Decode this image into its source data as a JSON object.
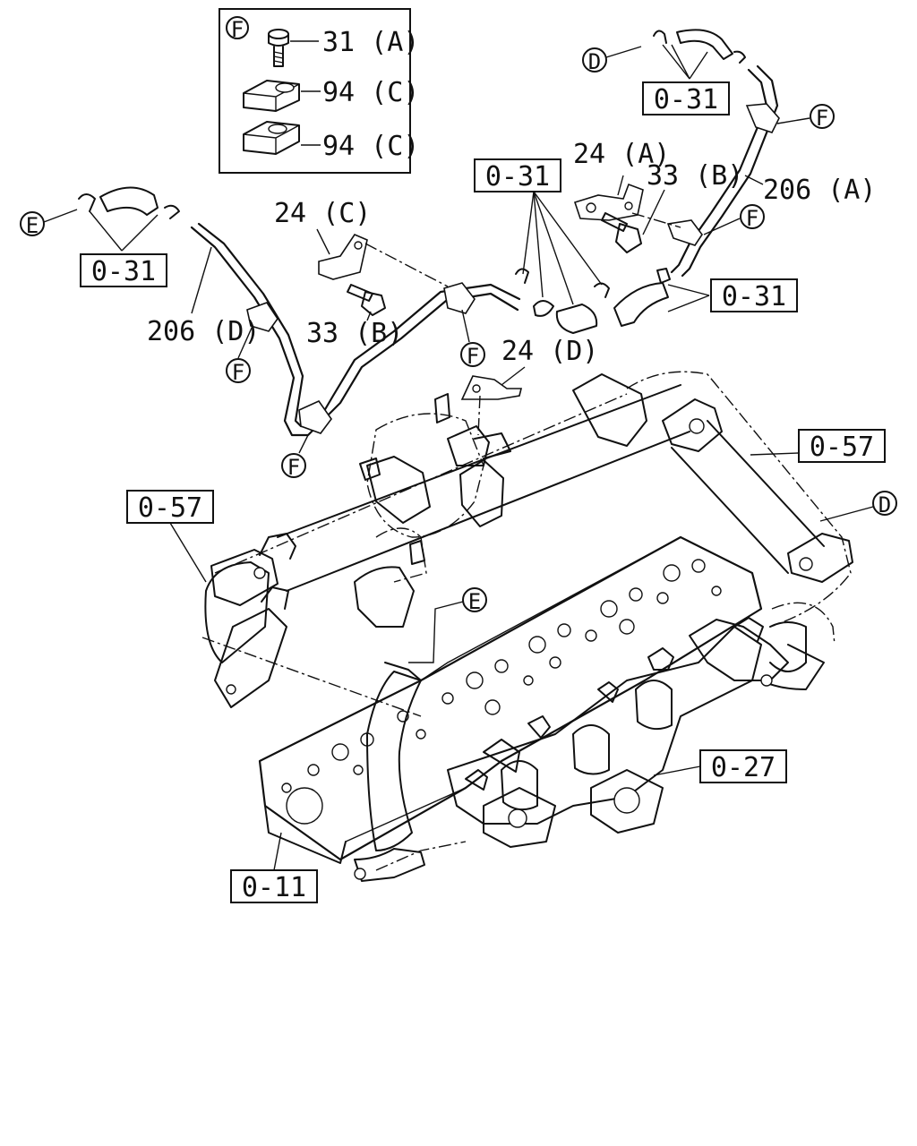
{
  "labels": {
    "inset_letter": "F",
    "inset_31a": "31 (A)",
    "inset_94c_1": "94 (C)",
    "inset_94c_2": "94 (C)",
    "ref_031_top_right": "0-31",
    "ref_031_center": "0-31",
    "ref_031_left": "0-31",
    "ref_031_right_mid": "0-31",
    "ref_057_right": "0-57",
    "ref_057_left": "0-57",
    "ref_027": "0-27",
    "ref_011": "0-11",
    "part_24a": "24 (A)",
    "part_24c": "24 (C)",
    "part_24d": "24 (D)",
    "part_33b_right": "33 (B)",
    "part_33b_left": "33 (B)",
    "part_206a": "206 (A)",
    "part_206d": "206 (D)",
    "circle_d_top": "D",
    "circle_d_right": "D",
    "circle_e_left": "E",
    "circle_e_center": "E",
    "circle_f_1": "F",
    "circle_f_2": "F",
    "circle_f_3": "F",
    "circle_f_4": "F",
    "circle_f_5": "F"
  }
}
